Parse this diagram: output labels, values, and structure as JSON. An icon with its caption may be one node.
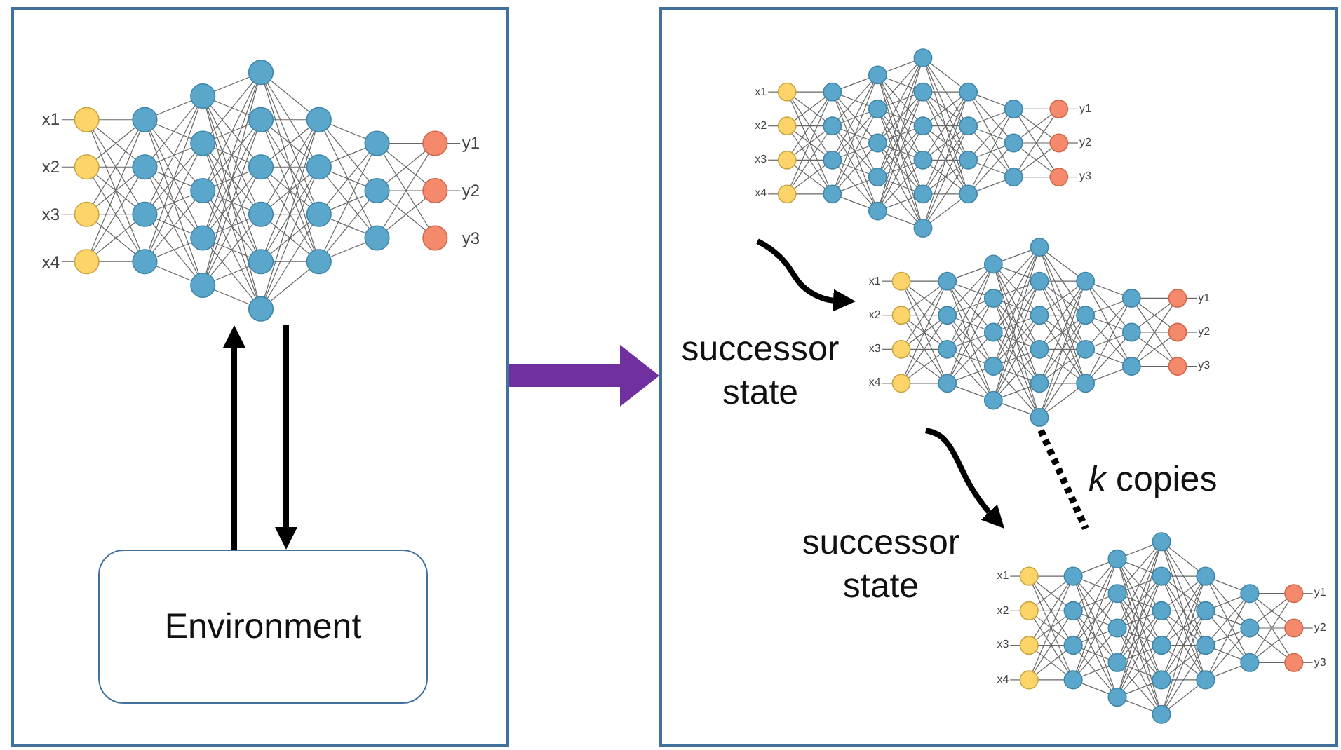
{
  "diagram": {
    "nodes": [
      {
        "text": [],
        "shape": "box"
      },
      {
        "text": [
          "x1",
          "x2",
          "x3",
          "x4",
          "y1",
          "y2",
          "y3"
        ],
        "in": 0
      },
      {
        "text": [
          "Environment"
        ],
        "in": 0
      },
      {
        "text": [],
        "shape": "box"
      },
      {
        "text": [
          "x1",
          "x2",
          "x3",
          "x4",
          "y1",
          "y2",
          "y3"
        ],
        "in": 3
      },
      {
        "text": [
          "x1",
          "x2",
          "x3",
          "x4",
          "y1",
          "y2",
          "y3"
        ],
        "in": 3
      },
      {
        "text": [
          "x1",
          "x2",
          "x3",
          "x4",
          "y1",
          "y2",
          "y3"
        ],
        "in": 3
      }
    ],
    "edges": [
      {
        "from": 2,
        "to": 1,
        "arrow": "to"
      },
      {
        "from": 1,
        "to": 2,
        "arrow": "to"
      },
      {
        "from": 0,
        "to": 3,
        "arrow": "to",
        "style": "thick",
        "color": "#7030a0"
      },
      {
        "from": 4,
        "to": 5,
        "arrow": "to",
        "label": "successor state"
      },
      {
        "from": 5,
        "to": 6,
        "arrow": "to",
        "label": "successor state"
      },
      {
        "from": 5,
        "to": 6,
        "arrow": "none",
        "style": "dashed",
        "label": "*k* copies"
      }
    ]
  }
}
